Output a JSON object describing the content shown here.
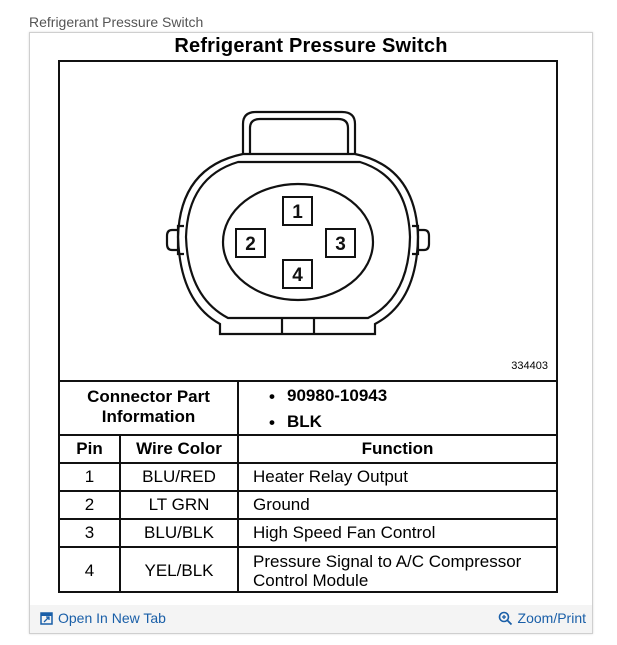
{
  "page": {
    "caption": "Refrigerant Pressure Switch"
  },
  "diagram": {
    "title": "Refrigerant Pressure Switch",
    "figure_number": "334403",
    "pins": [
      "1",
      "2",
      "3",
      "4"
    ]
  },
  "connector": {
    "label": "Connector Part Information",
    "label_line1": "Connector Part",
    "label_line2": "Information",
    "items": [
      "90980-10943",
      "BLK"
    ]
  },
  "table": {
    "headers": {
      "pin": "Pin",
      "wire_color": "Wire Color",
      "function": "Function"
    },
    "rows": [
      {
        "pin": "1",
        "wire_color": "BLU/RED",
        "function": "Heater Relay Output"
      },
      {
        "pin": "2",
        "wire_color": "LT GRN",
        "function": "Ground"
      },
      {
        "pin": "3",
        "wire_color": "BLU/BLK",
        "function": "High Speed Fan Control"
      },
      {
        "pin": "4",
        "wire_color": "YEL/BLK",
        "function_line1": "Pressure Signal to A/C Compressor",
        "function_line2": "Control Module"
      }
    ]
  },
  "footer": {
    "open_label": "Open In New Tab",
    "zoom_label": "Zoom/Print",
    "open_icon": "external-tab-icon",
    "zoom_icon": "zoom-icon",
    "link_color": "#1a5fa8"
  }
}
